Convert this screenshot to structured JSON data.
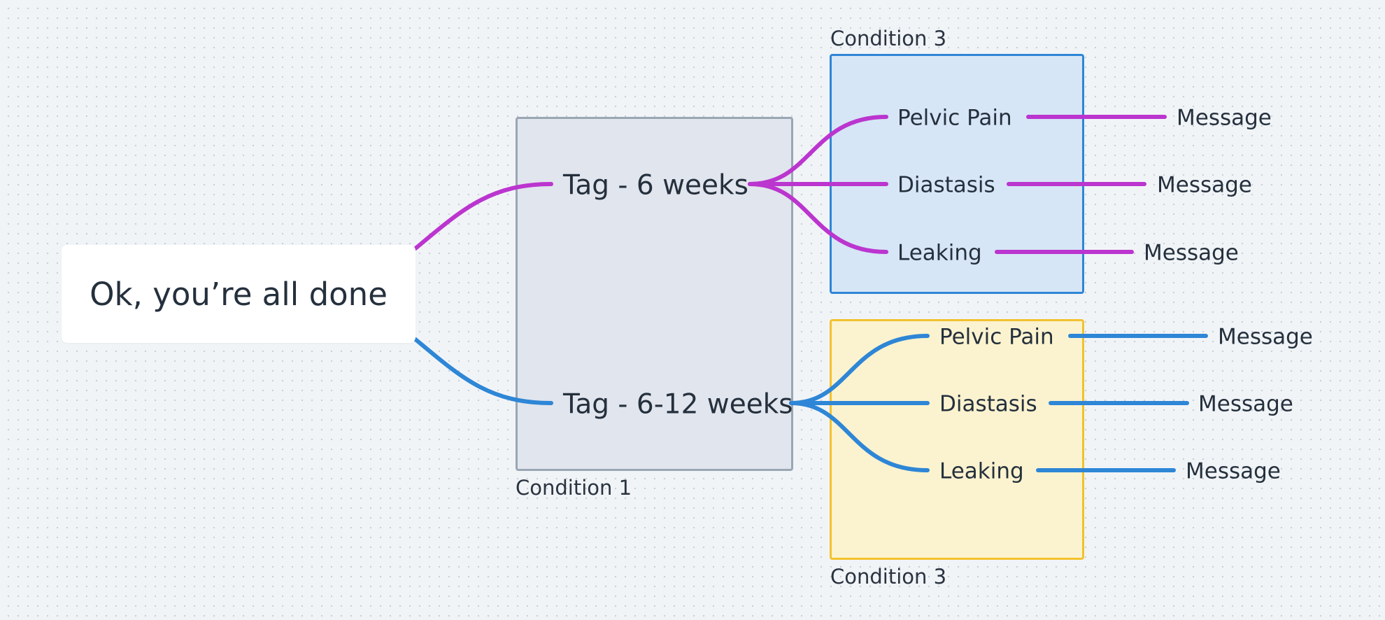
{
  "root": {
    "label": "Ok, you’re all done"
  },
  "frames": {
    "condition_1": "Condition 1",
    "condition_3_top": "Condition 3",
    "condition_3_bottom": "Condition 3"
  },
  "tags": [
    {
      "label": "Tag - 6 weeks",
      "branch_color": "#bb35cf"
    },
    {
      "label": "Tag - 6-12 weeks",
      "branch_color": "#2e86d6"
    }
  ],
  "branch_top": {
    "conditions": [
      "Pelvic Pain",
      "Diastasis",
      "Leaking"
    ],
    "messages": [
      "Message",
      "Message",
      "Message"
    ]
  },
  "branch_bottom": {
    "conditions": [
      "Pelvic Pain",
      "Diastasis",
      "Leaking"
    ],
    "messages": [
      "Message",
      "Message",
      "Message"
    ]
  },
  "colors": {
    "magenta_branch": "#bb35cf",
    "blue_branch": "#2e86d6",
    "condition_1_fill": "#e1e5ed",
    "condition_1_border": "#9aa6b3",
    "condition_3_top_fill": "#d6e6f6",
    "condition_3_top_border": "#2e86d6",
    "condition_3_bottom_fill": "#fbf3cf",
    "condition_3_bottom_border": "#f2c12e"
  }
}
